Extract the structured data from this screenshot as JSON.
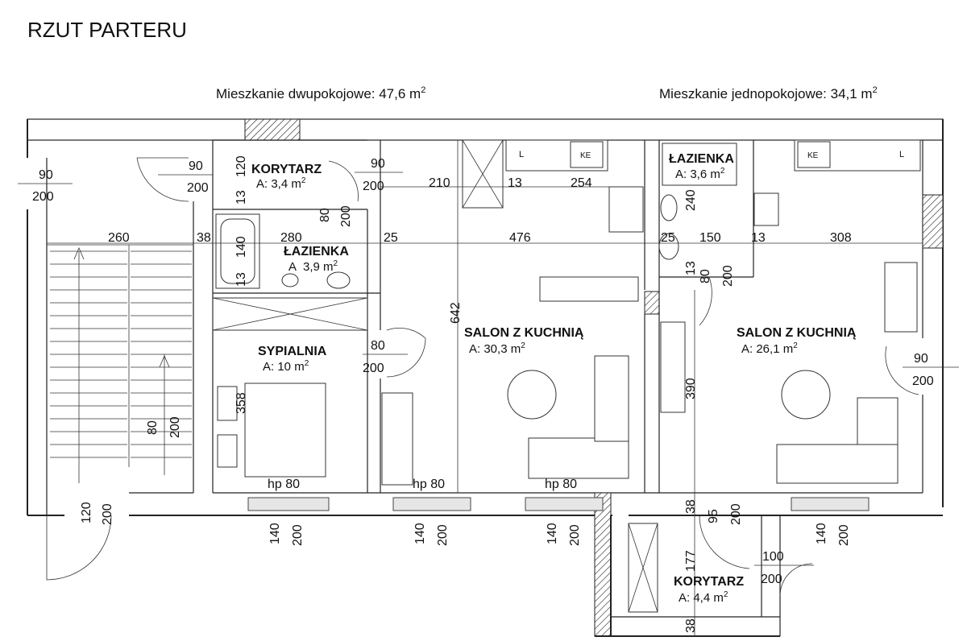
{
  "title": "RZUT PARTERU",
  "apartments": {
    "two_room": "Mieszkanie dwupokojowe: 47,6 m",
    "one_room": "Mieszkanie jednopokojowe: 34,1 m",
    "sup": "2"
  },
  "rooms": [
    {
      "name": "KORYTARZ",
      "area": "A: 3,4 m"
    },
    {
      "name": "ŁAZIENKA",
      "area": "3,9 m"
    },
    {
      "name": "SYPIALNIA",
      "area": "A: 10 m"
    },
    {
      "name": "SALON Z KUCHNIĄ",
      "area": "A: 30,3 m"
    },
    {
      "name": "ŁAZIENKA",
      "area": "A: 3,6 m"
    },
    {
      "name": "SALON Z KUCHNIĄ",
      "area": "A: 26,1 m"
    },
    {
      "name": "KORYTARZ",
      "area": "A: 4,4 m"
    }
  ],
  "bath_area_prefix": "A",
  "dims": {
    "d90": "90",
    "d200": "200",
    "d120": "120",
    "d13": "13",
    "d80": "80",
    "d210": "210",
    "d254": "254",
    "d240": "240",
    "d260": "260",
    "d38": "38",
    "d280": "280",
    "d25": "25",
    "d476": "476",
    "d150": "150",
    "d308": "308",
    "d140": "140",
    "d642": "642",
    "d358": "358",
    "d390": "390",
    "d95": "95",
    "d177": "177",
    "d100": "100",
    "hp80": "hp 80",
    "hp80b": "hp 80"
  },
  "appliance": {
    "kitchen_label": "L",
    "stove_label": "KE"
  }
}
